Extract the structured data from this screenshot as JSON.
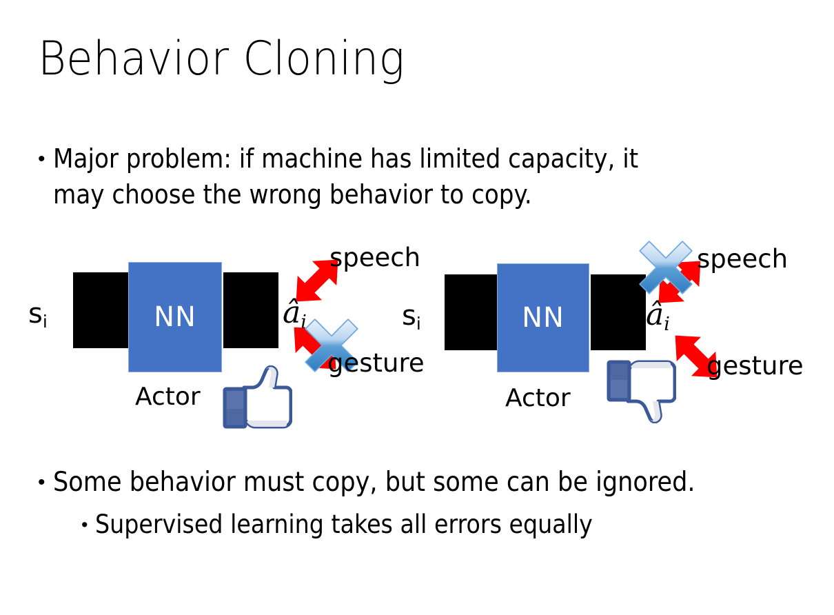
{
  "slide": {
    "title": "Behavior Cloning",
    "background_color": "#FFFFFF"
  },
  "bullets": [
    {
      "id": "problem",
      "marker": "•",
      "text": "Major problem: if machine has limited capacity, it\nmay choose the wrong behavior to copy.",
      "level": 1
    },
    {
      "id": "some-behavior",
      "marker": "•",
      "text": "Some behavior must copy, but some can be ignored.",
      "level": 1
    },
    {
      "id": "supervised",
      "marker": "•",
      "text": "Supervised learning takes all errors equally",
      "level": 2
    }
  ],
  "diagrams": [
    {
      "id": "left",
      "state_label": "s",
      "state_subscript": "i",
      "nn_label": "NN",
      "actor_label": "Actor",
      "output_label": "â",
      "output_subscript": "i",
      "modalities": [
        {
          "name": "speech",
          "crossed_out": false
        },
        {
          "name": "gesture",
          "crossed_out": true
        }
      ],
      "feedback_icon": "thumbs-up",
      "feedback_meaning": "good"
    },
    {
      "id": "right",
      "state_label": "s",
      "state_subscript": "i",
      "nn_label": "NN",
      "actor_label": "Actor",
      "output_label": "â",
      "output_subscript": "i",
      "modalities": [
        {
          "name": "speech",
          "crossed_out": true
        },
        {
          "name": "gesture",
          "crossed_out": false
        }
      ],
      "feedback_icon": "thumbs-down",
      "feedback_meaning": "bad"
    }
  ],
  "colors": {
    "nn_box_fill": "#4472C4",
    "nn_box_border": "#8FAADC",
    "nn_text": "#FFFFFF",
    "arrow_black": "#000000",
    "arrow_red": "#FF0000",
    "cross_blue_light": "#DCE9F7",
    "cross_blue_mid": "#74AEE0",
    "cross_blue_dark": "#2E75B6",
    "thumb_outline": "#3B5998",
    "thumb_fill": "#FFFFFF",
    "thumb_cuff": "#4E69A2",
    "thumb_shadow": "#E3E6EC",
    "text": "#000000"
  }
}
